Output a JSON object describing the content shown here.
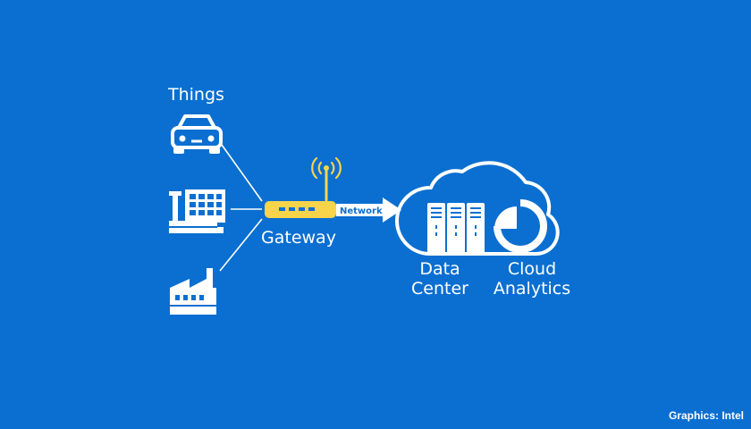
{
  "things_label": "Things",
  "gateway_label": "Gateway",
  "network_label": "Network",
  "data_center_label": [
    "Data",
    "Center"
  ],
  "cloud_analytics_label": [
    "Cloud",
    "Analytics"
  ],
  "credit": "Graphics: Intel",
  "icons": [
    "car-icon",
    "cash-register-icon",
    "factory-icon",
    "gateway-router-icon",
    "wifi-signal-icon",
    "cloud-icon",
    "server-rack-icon",
    "pie-chart-icon"
  ],
  "colors": {
    "background": "#0a6fd1",
    "gateway": "#f7d44a",
    "foreground": "#ffffff"
  }
}
